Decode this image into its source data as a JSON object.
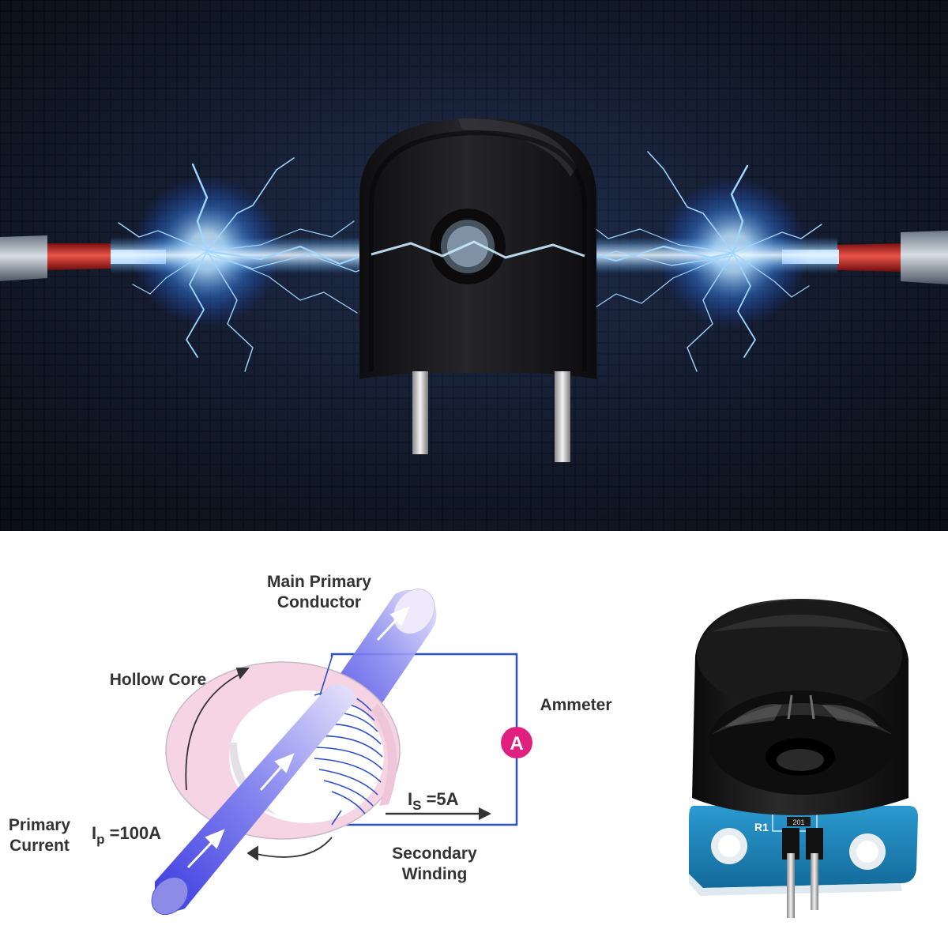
{
  "labels": {
    "main_primary_line1": "Main Primary",
    "main_primary_line2": "Conductor",
    "hollow_core": "Hollow Core",
    "ammeter": "Ammeter",
    "ammeter_symbol": "A",
    "secondary_current_main": "I",
    "secondary_current_sub": "S",
    "secondary_current_value": " =5A",
    "primary_current_line1": "Primary",
    "primary_current_line2": "Current",
    "primary_symbol_main": "I",
    "primary_symbol_sub": "p",
    "primary_symbol_value": " =100A",
    "secondary_winding_line1": "Secondary",
    "secondary_winding_line2": "Winding",
    "board_marking_r1": "R1",
    "board_marking_201": "201"
  },
  "colors": {
    "top_background": "#0a1020",
    "lightning": "#8fd0ff",
    "sensor_body": "#161616",
    "wire_red": "#c8281e",
    "core_pink": "#f7d4e4",
    "conductor_blue": "#4b4be6",
    "circuit_line": "#2a4fc8",
    "ammeter_magenta": "#e0207f",
    "pcb_blue": "#1f7fb4"
  },
  "icons": {
    "top_photo": "current-transformer-photo-icon",
    "module_photo": "sensor-module-photo-icon"
  }
}
